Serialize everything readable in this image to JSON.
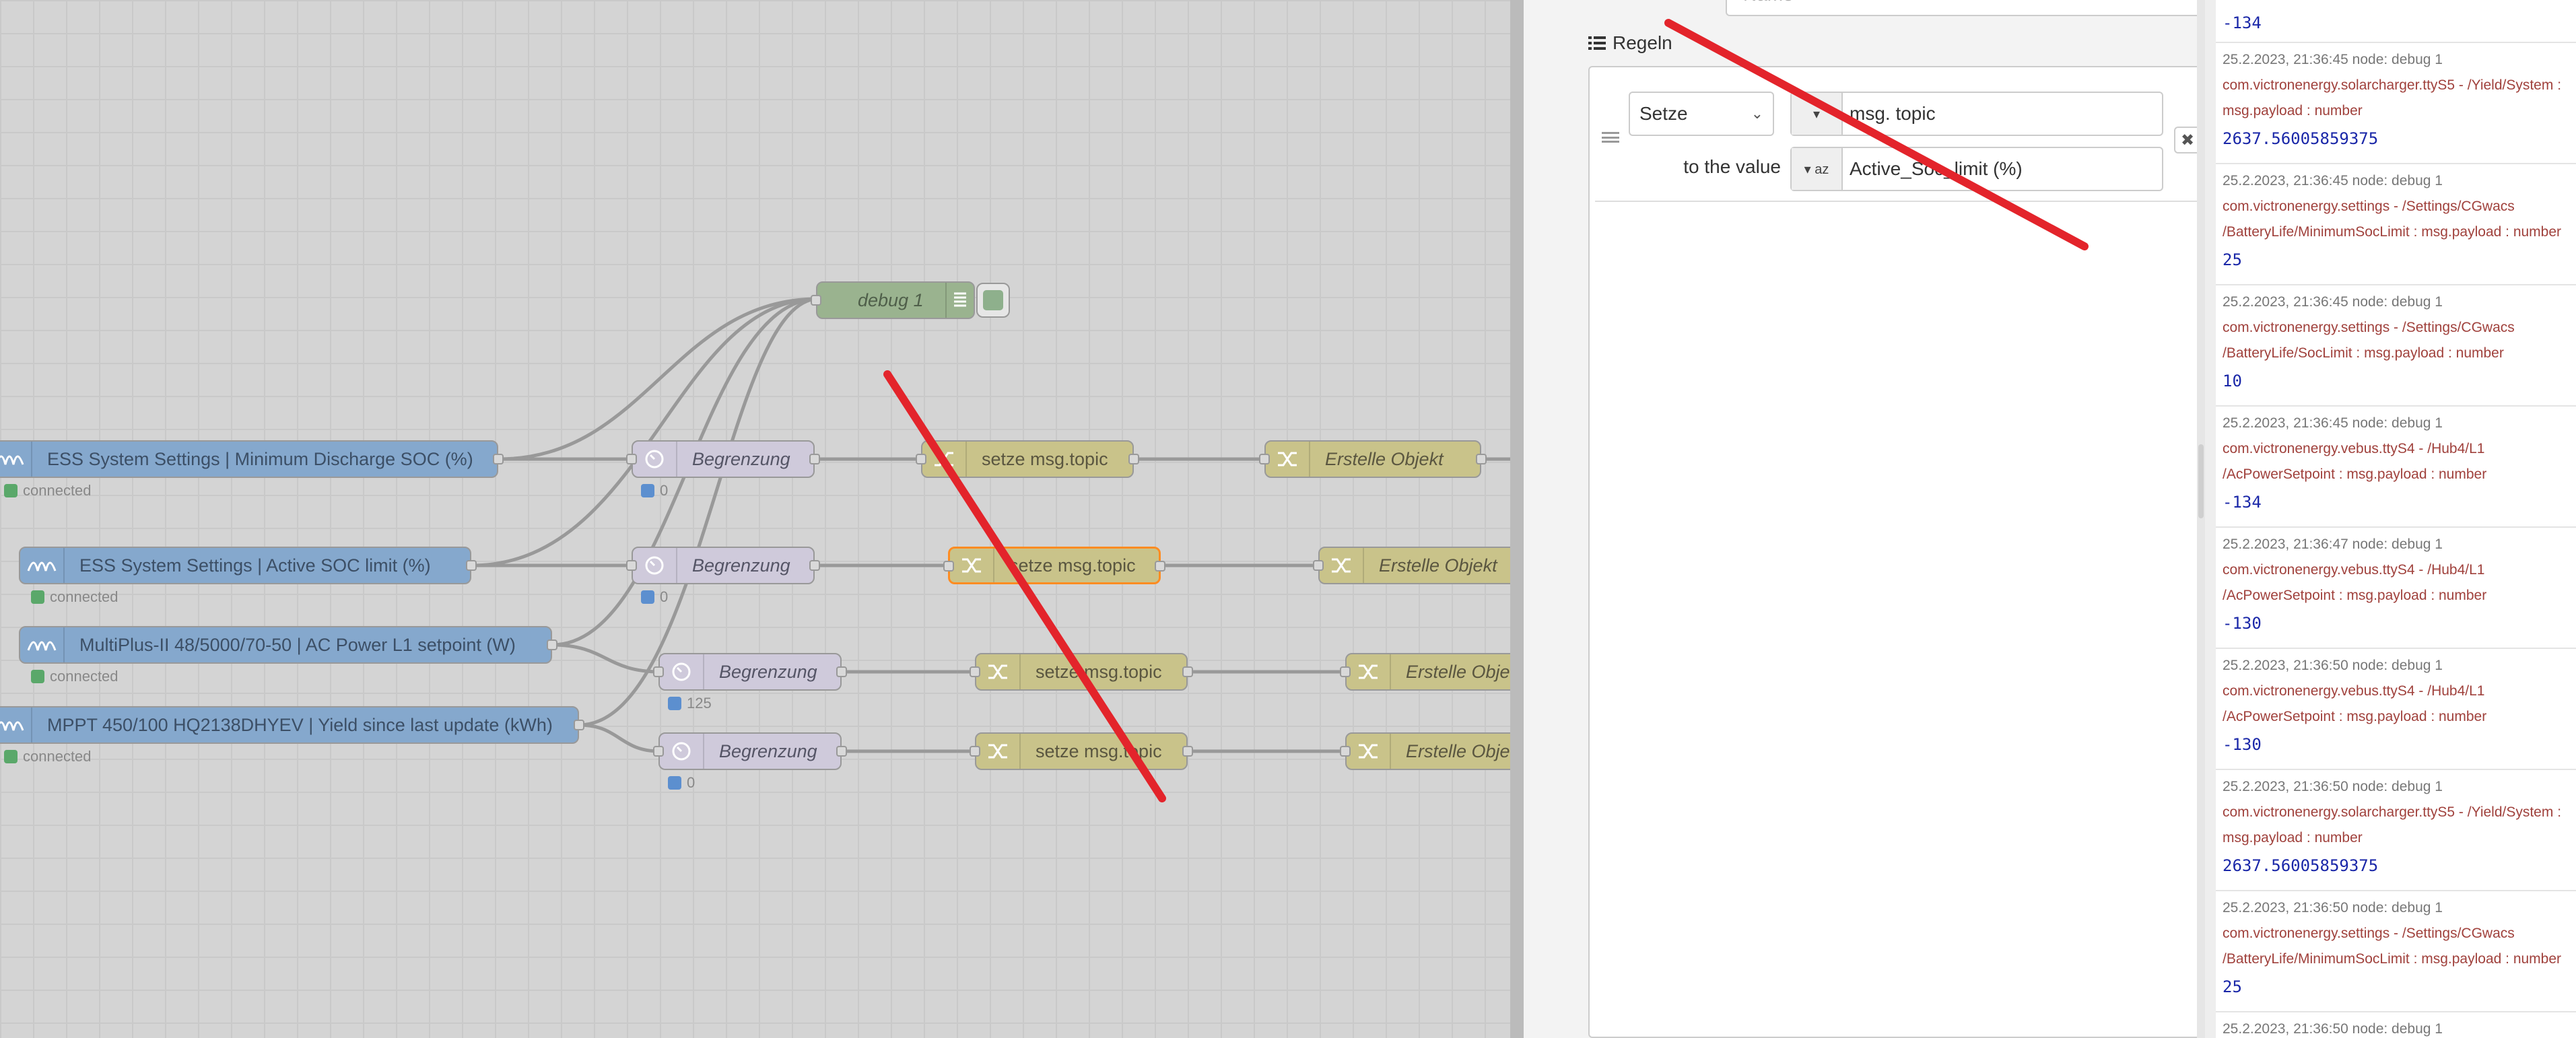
{
  "canvas": {
    "debug_node": {
      "label": "debug 1"
    },
    "source_nodes": [
      {
        "label": "ESS System Settings | Minimum Discharge SOC (%)",
        "status": "connected"
      },
      {
        "label": "ESS System Settings | Active SOC limit (%)",
        "status": "connected"
      },
      {
        "label": "MultiPlus-II 48/5000/70-50 | AC Power L1 setpoint (W)",
        "status": "connected"
      },
      {
        "label": "MPPT 450/100 HQ2138DHYEV | Yield since last update (kWh)",
        "status": "connected"
      }
    ],
    "rate_nodes": [
      {
        "label": "Begrenzung",
        "count": "0"
      },
      {
        "label": "Begrenzung",
        "count": "0"
      },
      {
        "label": "Begrenzung",
        "count": "125"
      },
      {
        "label": "Begrenzung",
        "count": "0"
      }
    ],
    "change_nodes": [
      {
        "label": "setze msg.topic"
      },
      {
        "label": "setze msg.topic"
      },
      {
        "label": "setze msg.topic"
      },
      {
        "label": "setze msg.topic"
      }
    ],
    "object_nodes": [
      {
        "label": "Erstelle Objekt"
      },
      {
        "label": "Erstelle Objekt"
      },
      {
        "label": "Erstelle Objekt"
      },
      {
        "label": "Erstelle Objekt"
      }
    ]
  },
  "editor": {
    "name_placeholder": "Name",
    "rules_label": "Regeln",
    "rule": {
      "action": "Setze",
      "property_type": "▾",
      "property": "msg. topic",
      "to_the_value_label": "to the value",
      "value_type": "▾ az",
      "value": "Active_Soc_limit (%)"
    },
    "delete_symbol": "✖"
  },
  "debug_panel": {
    "messages": [
      {
        "meta": "",
        "topic": "",
        "value": "-134"
      },
      {
        "meta": "25.2.2023, 21:36:45   node: debug 1",
        "topic": "com.victronenergy.solarcharger.ttyS5 - /Yield/System : msg.payload : number",
        "value": "2637.56005859375"
      },
      {
        "meta": "25.2.2023, 21:36:45   node: debug 1",
        "topic": "com.victronenergy.settings - /Settings/CGwacs /BatteryLife/MinimumSocLimit : msg.payload : number",
        "value": "25"
      },
      {
        "meta": "25.2.2023, 21:36:45   node: debug 1",
        "topic": "com.victronenergy.settings - /Settings/CGwacs /BatteryLife/SocLimit : msg.payload : number",
        "value": "10"
      },
      {
        "meta": "25.2.2023, 21:36:45   node: debug 1",
        "topic": "com.victronenergy.vebus.ttyS4 - /Hub4/L1 /AcPowerSetpoint : msg.payload : number",
        "value": "-134"
      },
      {
        "meta": "25.2.2023, 21:36:47   node: debug 1",
        "topic": "com.victronenergy.vebus.ttyS4 - /Hub4/L1 /AcPowerSetpoint : msg.payload : number",
        "value": "-130"
      },
      {
        "meta": "25.2.2023, 21:36:50   node: debug 1",
        "topic": "com.victronenergy.vebus.ttyS4 - /Hub4/L1 /AcPowerSetpoint : msg.payload : number",
        "value": "-130"
      },
      {
        "meta": "25.2.2023, 21:36:50   node: debug 1",
        "topic": "com.victronenergy.solarcharger.ttyS5 - /Yield/System : msg.payload : number",
        "value": "2637.56005859375"
      },
      {
        "meta": "25.2.2023, 21:36:50   node: debug 1",
        "topic": "com.victronenergy.settings - /Settings/CGwacs /BatteryLife/MinimumSocLimit : msg.payload : number",
        "value": "25"
      },
      {
        "meta": "25.2.2023, 21:36:50   node: debug 1",
        "topic": "",
        "value": ""
      }
    ]
  },
  "colors": {
    "annotation_stroke": "#e3242b",
    "selected_node_border": "#ff8c22"
  }
}
